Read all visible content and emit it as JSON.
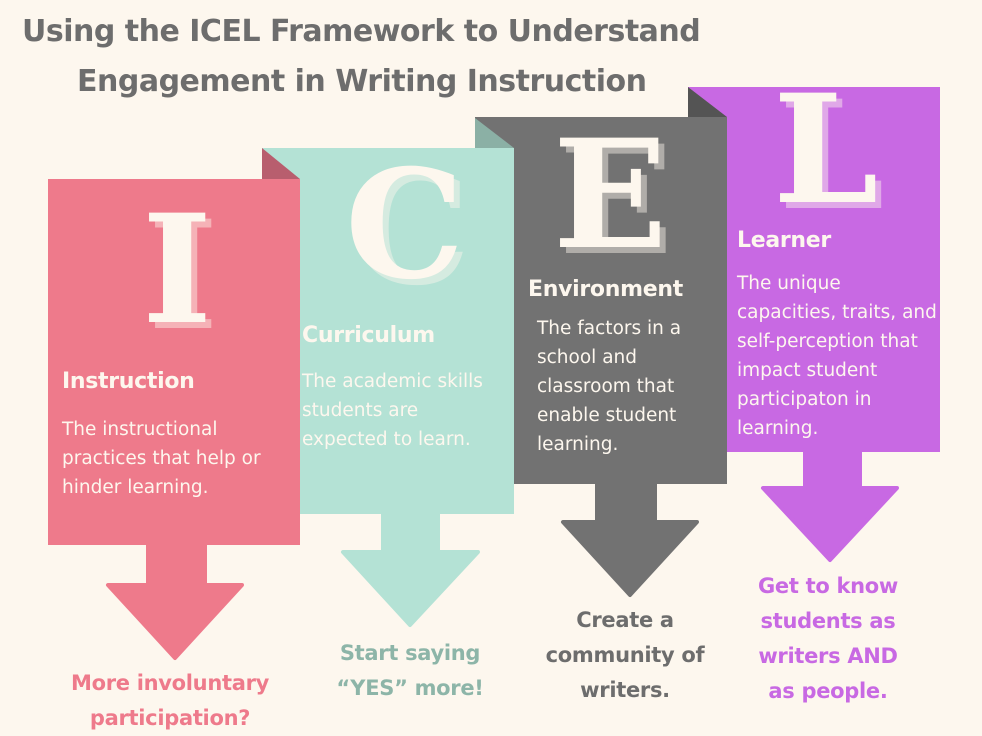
{
  "title": {
    "line1": "Using the ICEL Framework to Understand",
    "line2": "Engagement in Writing Instruction"
  },
  "colors": {
    "background": "#fdf7ee",
    "instruction": "#ee7a8b",
    "curriculum": "#b4e2d5",
    "environment": "#727272",
    "learner": "#c869e3"
  },
  "panels": [
    {
      "letter": "I",
      "heading": "Instruction",
      "description": "The instructional practices that help or hinder learning.",
      "action": "More involuntary participation?"
    },
    {
      "letter": "C",
      "heading": "Curriculum",
      "description": "The academic skills students are expected to learn.",
      "action": "Start saying “YES” more!"
    },
    {
      "letter": "E",
      "heading": "Environment",
      "description": "The factors in a school and classroom that enable student learning.",
      "action": "Create a community of writers."
    },
    {
      "letter": "L",
      "heading": "Learner",
      "description": "The unique capacities, traits, and self-perception that impact student participaton in learning.",
      "action": "Get to know students as writers AND as people."
    }
  ]
}
